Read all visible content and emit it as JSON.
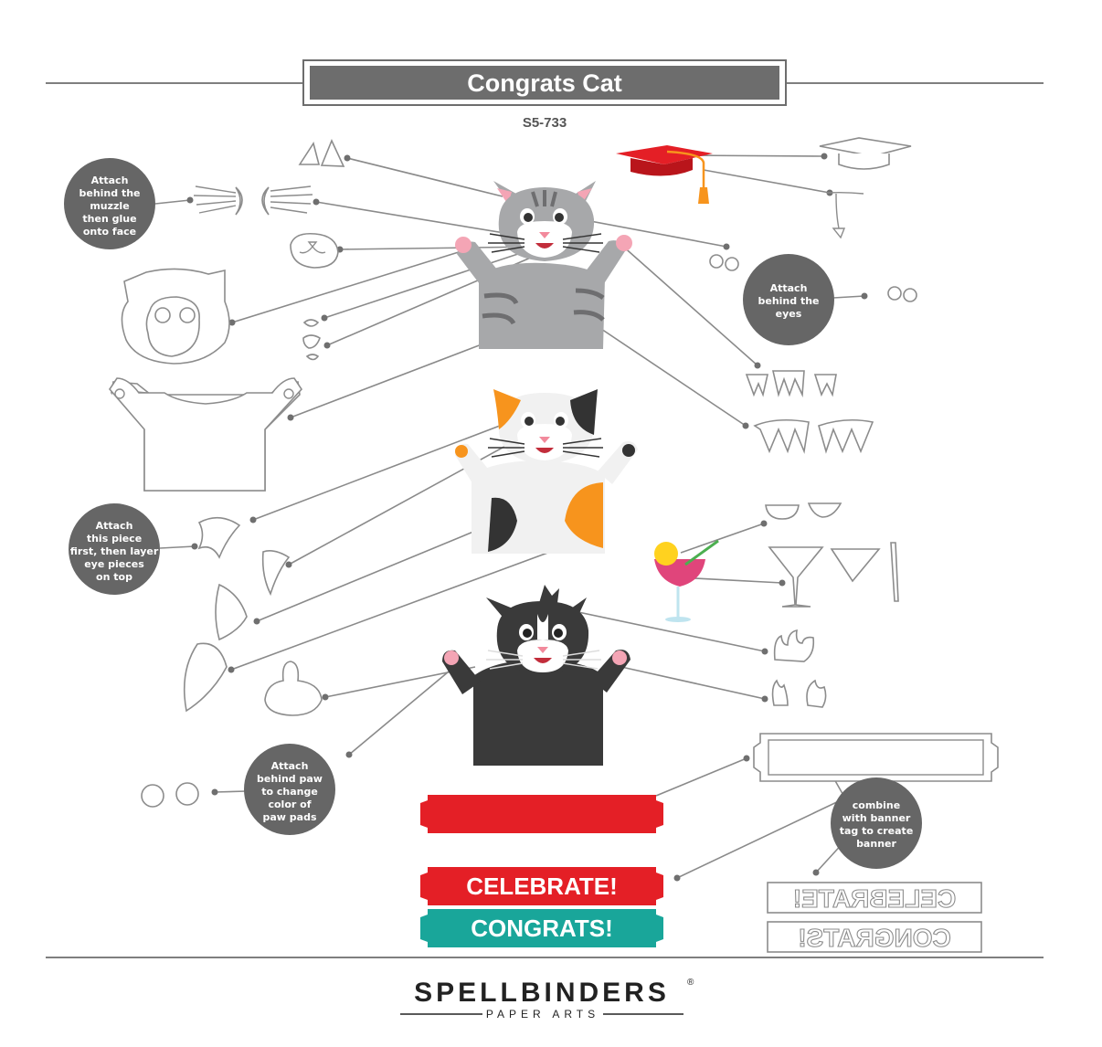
{
  "header": {
    "title": "Congrats Cat",
    "sku": "S5-733"
  },
  "notes": {
    "muzzle": [
      "Attach",
      "behind the",
      "muzzle",
      "then glue",
      "onto face"
    ],
    "eyes": [
      "Attach",
      "behind the",
      "eyes"
    ],
    "layer": [
      "Attach",
      "this piece",
      "first, then layer",
      "eye pieces",
      "on top"
    ],
    "paw": [
      "Attach",
      "behind paw",
      "to change",
      "color of",
      "paw pads"
    ],
    "banner": [
      "combine",
      "with banner",
      "tag to create",
      "banner"
    ]
  },
  "banners": {
    "celebrate": "CELEBRATE!",
    "congrats": "CONGRATS!"
  },
  "stencils": {
    "celebrate": "CELEBRATE!",
    "congrats": "CONGRATS!"
  },
  "brand": {
    "name": "SPELLBINDERS",
    "mark": "®",
    "tagline": "PAPER ARTS"
  },
  "colors": {
    "title_bar": "#6d6d6d",
    "note_circle": "#666666",
    "banner_red": "#e41f26",
    "banner_teal": "#19a69a",
    "grad_cap": "#d81f26",
    "tassel": "#f7941d",
    "tabby": "#a7a8aa",
    "calico_orange": "#f7941d",
    "tuxedo": "#3a3a3a"
  }
}
